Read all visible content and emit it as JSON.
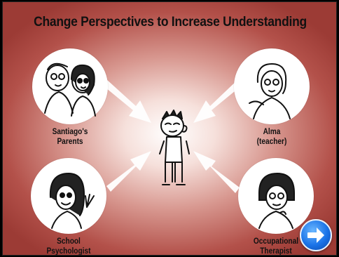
{
  "slide": {
    "title": "Change Perspectives to Increase Understanding",
    "perspectives": [
      {
        "line1": "Santiago's",
        "line2": "Parents"
      },
      {
        "line1": "Alma",
        "line2": "(teacher)"
      },
      {
        "line1": "School",
        "line2": "Psychologist"
      },
      {
        "line1": "Occupational",
        "line2": "Therapist"
      }
    ],
    "next_icon": "arrow-right-icon",
    "colors": {
      "accent": "#1a73e8",
      "background_dark": "#9c3b35",
      "background_light": "#ffffff"
    }
  }
}
